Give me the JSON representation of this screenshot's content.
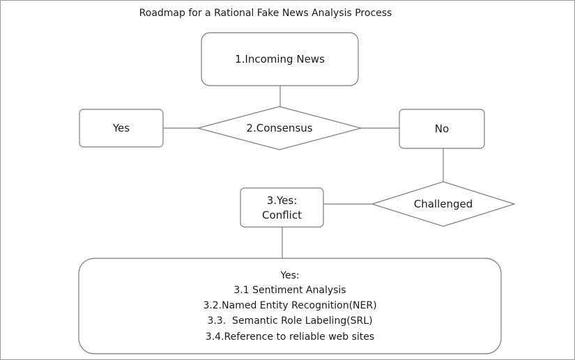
{
  "title": "Roadmap for a Rational Fake News Analysis Process",
  "nodes": {
    "incoming": "1.Incoming News",
    "consensus": "2.Consensus",
    "yes": "Yes",
    "no": "No",
    "conflict": [
      "3.Yes:",
      "Conflict"
    ],
    "challenged": "Challenged",
    "result": [
      "Yes:",
      "3.1 Sentiment Analysis",
      "3.2.Named Entity Recognition(NER)",
      "3.3.  Semantic Role Labeling(SRL)",
      "3.4.Reference to reliable web sites"
    ]
  },
  "colors": {
    "stroke": "#7b7b7b",
    "text": "#1a1a1a",
    "background": "#ffffff"
  }
}
